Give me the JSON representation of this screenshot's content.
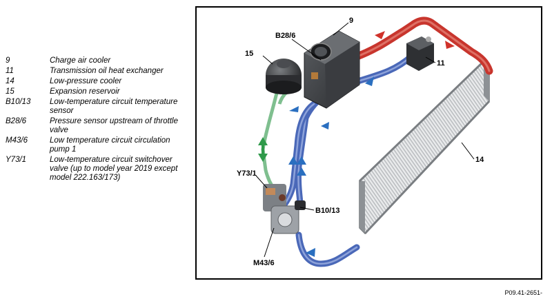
{
  "legend": [
    {
      "code": "9",
      "desc": "Charge air cooler"
    },
    {
      "code": "11",
      "desc": "Transmission oil heat exchanger"
    },
    {
      "code": "14",
      "desc": "Low-pressure cooler"
    },
    {
      "code": "15",
      "desc": "Expansion reservoir"
    },
    {
      "code": "B10/13",
      "desc": "Low-temperature circuit temperature sensor"
    },
    {
      "code": "B28/6",
      "desc": "Pressure sensor upstream of throttle valve"
    },
    {
      "code": "M43/6",
      "desc": "Low temperature circuit circulation pump 1"
    },
    {
      "code": "Y73/1",
      "desc": "Low-temperature circuit switchover valve (up to model year 2019 except model 222.163/173)"
    }
  ],
  "callouts": {
    "c9": "9",
    "c11": "11",
    "c14": "14",
    "c15": "15",
    "cB28_6": "B28/6",
    "cY73_1": "Y73/1",
    "cB10_13": "B10/13",
    "cM43_6": "M43/6"
  },
  "figure_ref": "P09.41-2651-",
  "colors": {
    "hot_pipe": "#c8352d",
    "cool_pipe": "#4a68b8",
    "reservoir_line": "#7fbf8f",
    "flow_arrow_blue": "#2a6fc0",
    "flow_arrow_red": "#d0322a",
    "flow_arrow_green": "#2f9a4a"
  },
  "icons": [
    "arrow-icon",
    "double-arrow-icon"
  ]
}
